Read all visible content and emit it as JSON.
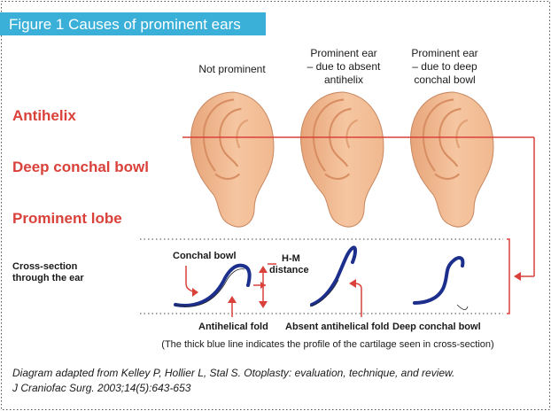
{
  "figure": {
    "title": "Figure 1 Causes of prominent ears"
  },
  "columns": {
    "normal": "Not prominent",
    "absent_antihelix": [
      "Prominent ear",
      "– due to absent",
      "antihelix"
    ],
    "deep_bowl": [
      "Prominent ear",
      "– due to deep",
      "conchal bowl"
    ]
  },
  "left_labels": {
    "antihelix": "Antihelix",
    "deep_conchal_bowl": "Deep conchal bowl",
    "prominent_lobe": "Prominent lobe",
    "cross_section": [
      "Cross-section",
      "through the ear"
    ]
  },
  "cross_section_labels": {
    "conchal_bowl": "Conchal bowl",
    "hm_distance": [
      "H-M",
      "distance"
    ],
    "antihelical_fold": "Antihelical fold",
    "absent_antihelical_fold": "Absent antihelical fold",
    "deep_conchal_bowl": "Deep conchal bowl"
  },
  "note": "(The thick blue line indicates the profile of the cartilage seen in cross-section)",
  "citation": [
    "Diagram adapted from Kelley P, Hollier L, Stal S. Otoplasty: evaluation, technique, and review.",
    "J Craniofac Surg. 2003;14(5):643-653"
  ],
  "colors": {
    "title_bg": "#3ab0d8",
    "accent_red": "#d9413a",
    "ear_fill": "#f3c19c",
    "ear_shadow": "#d98a5e",
    "cartilage_blue": "#1c2f8c"
  }
}
